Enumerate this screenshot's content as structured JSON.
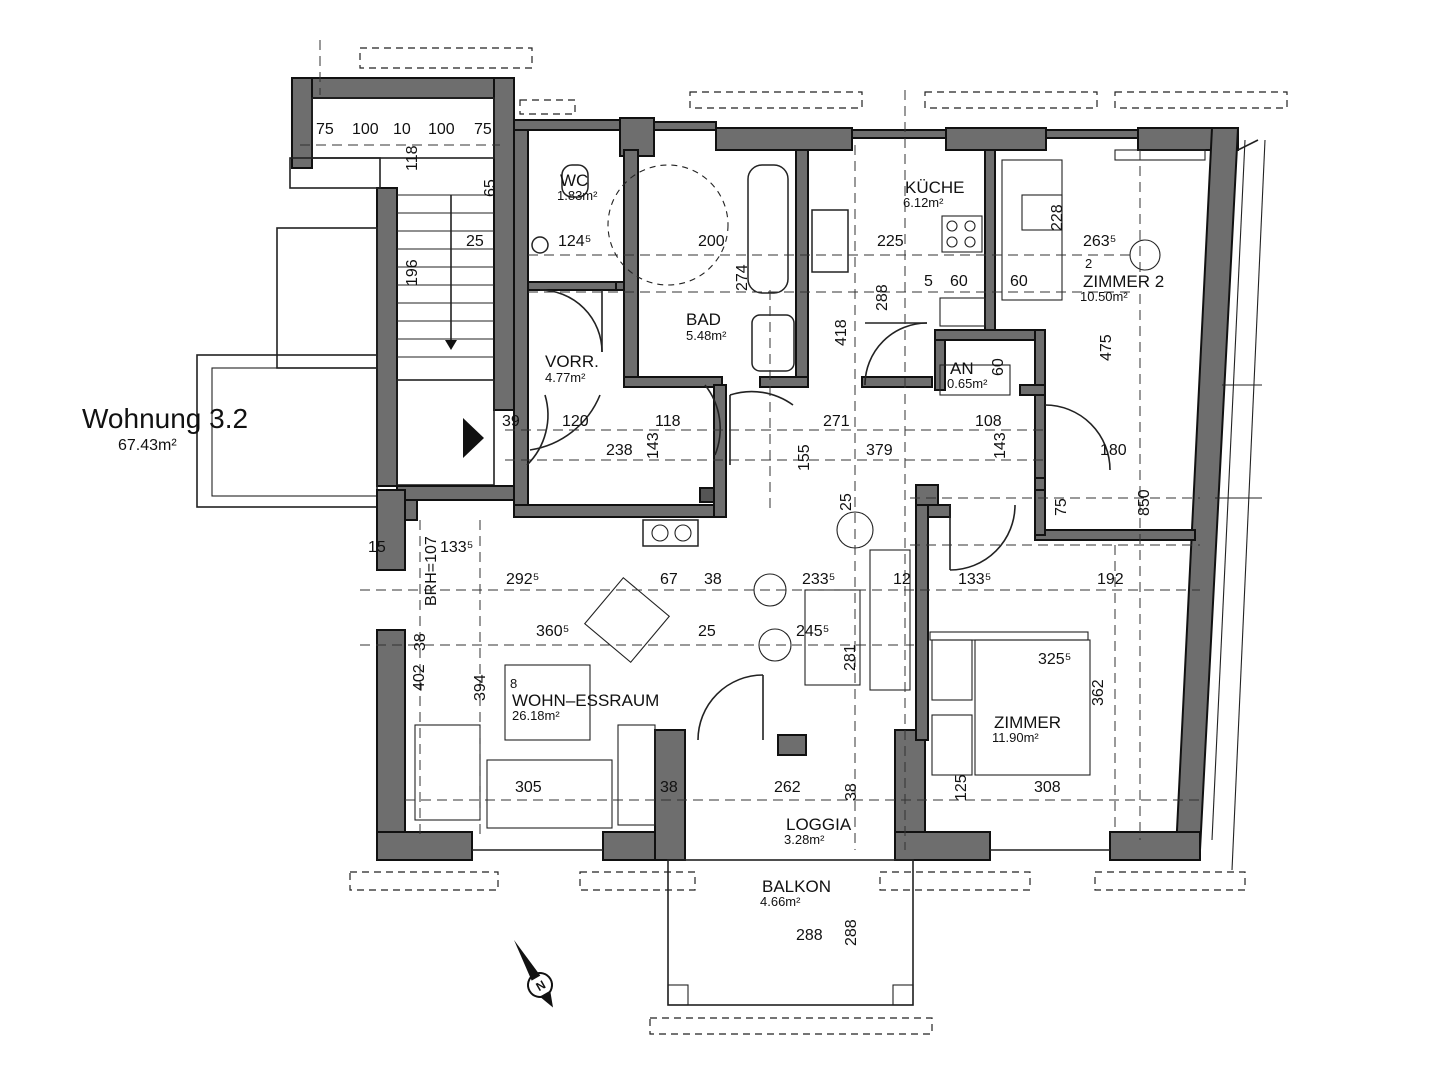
{
  "unit": {
    "name": "Wohnung  3.2",
    "area": "67.43m²"
  },
  "rooms": {
    "wc": {
      "name": "WC",
      "area": "1.83m²"
    },
    "bad": {
      "name": "BAD",
      "area": "5.48m²"
    },
    "kueche": {
      "name": "KÜCHE",
      "area": "6.12m²"
    },
    "zimmer2": {
      "name": "ZIMMER  2",
      "area": "10.50m²",
      "index": "2"
    },
    "vorr": {
      "name": "VORR.",
      "area": "4.77m²"
    },
    "an": {
      "name": "AN",
      "area": "0.65m²"
    },
    "wohn": {
      "name": "WOHN–ESSRAUM",
      "area": "26.18m²",
      "index": "8"
    },
    "zimmer": {
      "name": "ZIMMER",
      "area": "11.90m²"
    },
    "loggia": {
      "name": "LOGGIA",
      "area": "3.28m²"
    },
    "balkon": {
      "name": "BALKON",
      "area": "4.66m²"
    }
  },
  "dimensions": {
    "stair_top": [
      "75",
      "100",
      "10",
      "100",
      "75"
    ],
    "d118": "118",
    "d65": "65",
    "d25a": "25",
    "d196": "196",
    "d1245": "124⁵",
    "d200": "200",
    "d274": "274",
    "d225": "225",
    "d288a": "288",
    "d418": "418",
    "d5": "5",
    "d60a": "60",
    "d60b": "60",
    "d228": "228",
    "d2635": "263⁵",
    "d475": "475",
    "d60c": "60",
    "d39": "39",
    "d120": "120",
    "d118b": "118",
    "d238": "238",
    "d143a": "143",
    "d155": "155",
    "d271": "271",
    "d379": "379",
    "d108": "108",
    "d143b": "143",
    "d180": "180",
    "d850": "850",
    "d25b": "25",
    "d75": "75",
    "d1335a": "133⁵",
    "d15": "15",
    "d107": "BRH=107",
    "d2925": "292⁵",
    "d67": "67",
    "d38a": "38",
    "d2335": "233⁵",
    "d12": "12",
    "d1335b": "133⁵",
    "d192": "192",
    "d38b": "38",
    "d3605": "360⁵",
    "d25c": "25",
    "d2455": "245⁵",
    "d281": "281",
    "d3255": "325⁵",
    "d402": "402",
    "d394": "394",
    "d362": "362",
    "d305": "305",
    "d38c": "38",
    "d262": "262",
    "d38d": "38",
    "d308": "308",
    "d125": "125",
    "d288b": "288",
    "d288c": "288"
  },
  "icons": {
    "entrance": "entrance-arrow-icon",
    "north": "north-arrow-icon"
  }
}
